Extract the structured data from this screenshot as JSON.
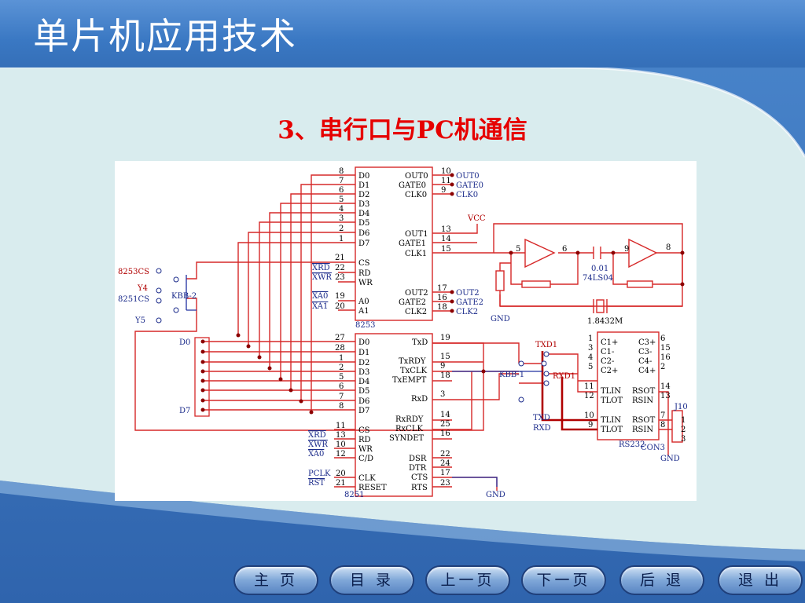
{
  "slide": {
    "title": "单片机应用技术",
    "subtitle": "3、串行口与PC机通信"
  },
  "circuit": {
    "chip_8253": {
      "name": "8253",
      "left_pins": [
        {
          "num": "8",
          "label": "D0"
        },
        {
          "num": "7",
          "label": "D1"
        },
        {
          "num": "6",
          "label": "D2"
        },
        {
          "num": "5",
          "label": "D3"
        },
        {
          "num": "4",
          "label": "D4"
        },
        {
          "num": "3",
          "label": "D5"
        },
        {
          "num": "2",
          "label": "D6"
        },
        {
          "num": "1",
          "label": "D7"
        },
        {
          "num": "21",
          "label": "CS"
        },
        {
          "num": "22",
          "label": "RD"
        },
        {
          "num": "23",
          "label": "WR"
        },
        {
          "num": "19",
          "label": "A0"
        },
        {
          "num": "20",
          "label": "A1"
        }
      ],
      "right_pins": [
        {
          "num": "10",
          "label": "OUT0",
          "net": "OUT0"
        },
        {
          "num": "11",
          "label": "GATE0",
          "net": "GATE0"
        },
        {
          "num": "9",
          "label": "CLK0",
          "net": "CLK0"
        },
        {
          "num": "13",
          "label": "OUT1",
          "net": ""
        },
        {
          "num": "14",
          "label": "GATE1",
          "net": ""
        },
        {
          "num": "15",
          "label": "CLK1",
          "net": ""
        },
        {
          "num": "17",
          "label": "OUT2",
          "net": "OUT2"
        },
        {
          "num": "16",
          "label": "GATE2",
          "net": "GATE2"
        },
        {
          "num": "18",
          "label": "CLK2",
          "net": "CLK2"
        }
      ],
      "ext_signals": [
        "XRD",
        "XWR",
        "XA0",
        "XA1"
      ]
    },
    "chip_8251": {
      "name": "8251",
      "left_pins": [
        {
          "num": "27",
          "label": "D0"
        },
        {
          "num": "28",
          "label": "D1"
        },
        {
          "num": "1",
          "label": "D2"
        },
        {
          "num": "2",
          "label": "D3"
        },
        {
          "num": "5",
          "label": "D4"
        },
        {
          "num": "6",
          "label": "D5"
        },
        {
          "num": "7",
          "label": "D6"
        },
        {
          "num": "8",
          "label": "D7"
        },
        {
          "num": "11",
          "label": "CS"
        },
        {
          "num": "13",
          "label": "RD"
        },
        {
          "num": "10",
          "label": "WR"
        },
        {
          "num": "12",
          "label": "C/D"
        },
        {
          "num": "20",
          "label": "CLK"
        },
        {
          "num": "21",
          "label": "RESET"
        }
      ],
      "right_pins": [
        {
          "num": "19",
          "label": "TxD"
        },
        {
          "num": "15",
          "label": "TxRDY"
        },
        {
          "num": "9",
          "label": "TxCLK"
        },
        {
          "num": "18",
          "label": "TxEMPT"
        },
        {
          "num": "3",
          "label": "RxD"
        },
        {
          "num": "14",
          "label": "RxRDY"
        },
        {
          "num": "25",
          "label": "RxCLK"
        },
        {
          "num": "16",
          "label": "SYNDET"
        },
        {
          "num": "22",
          "label": "DSR"
        },
        {
          "num": "24",
          "label": "DTR"
        },
        {
          "num": "17",
          "label": "CTS"
        },
        {
          "num": "23",
          "label": "RTS"
        }
      ],
      "ext_signals": [
        "XRD",
        "XWR",
        "XA0",
        "PCLK",
        "RST"
      ]
    },
    "left_signals": {
      "cs_8253": "8253CS",
      "y4": "Y4",
      "cs_8251": "8251CS",
      "y5": "Y5",
      "jumper": "KBB-2",
      "bus_top": "D0",
      "bus_bottom": "D7"
    },
    "oscillator": {
      "vcc": "VCC",
      "gnd": "GND",
      "pin5": "5",
      "pin6": "6",
      "pin9": "9",
      "pin8": "8",
      "cap": "0.01",
      "inverter": "74LS04",
      "crystal": "1.8432M"
    },
    "rs232": {
      "name": "RS232",
      "jumper": "KBB-1",
      "txd1": "TXD1",
      "rxd1": "RXD1",
      "txd": "TXD",
      "rxd": "RXD",
      "left_pins": [
        {
          "num": "1",
          "label": "C1+"
        },
        {
          "num": "3",
          "label": "C1-"
        },
        {
          "num": "4",
          "label": "C2-"
        },
        {
          "num": "5",
          "label": "C2+"
        },
        {
          "num": "11",
          "label": "TLIN"
        },
        {
          "num": "12",
          "label": "TLOT"
        },
        {
          "num": "10",
          "label": "TLIN"
        },
        {
          "num": "9",
          "label": "TLOT"
        }
      ],
      "right_pins": [
        {
          "num": "6",
          "label": "C3+"
        },
        {
          "num": "15",
          "label": "C3-"
        },
        {
          "num": "16",
          "label": "C4-"
        },
        {
          "num": "2",
          "label": "C4+"
        },
        {
          "num": "14",
          "label": "RSOT"
        },
        {
          "num": "13",
          "label": "RSIN"
        },
        {
          "num": "7",
          "label": "RSOT"
        },
        {
          "num": "8",
          "label": "RSIN"
        }
      ],
      "connector": "J10",
      "connector_name": "CON3",
      "connector_pins": [
        "1",
        "2",
        "3"
      ],
      "gnd": "GND"
    },
    "gnd_8251": "GND"
  },
  "nav": {
    "buttons": [
      "主 页",
      "目 录",
      "上一页",
      "下一页",
      "后 退",
      "退 出"
    ]
  }
}
